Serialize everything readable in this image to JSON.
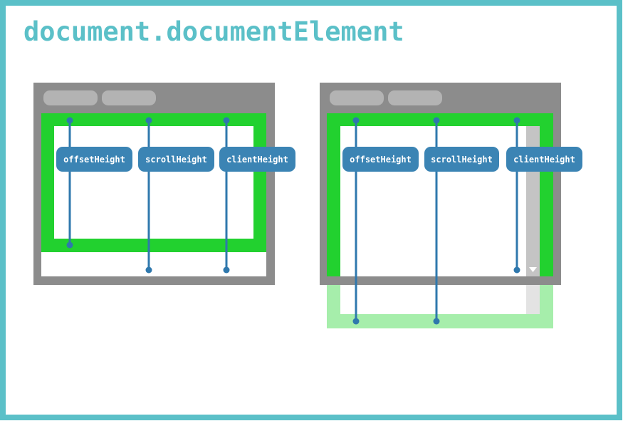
{
  "title": "document.documentElement",
  "colors": {
    "frame": "#5bc0c8",
    "title": "#5bc0c8",
    "window_chrome": "#8c8c8c",
    "tab": "#b3b3b3",
    "element_border": "#22d12f",
    "element_border_faded": "#a6eeab",
    "viewport": "#ffffff",
    "scrollbar_track": "#c4c4c4",
    "scrollbar_track_faded": "#e3e3e3",
    "measure_line": "#2f78ad",
    "label_bg": "#3b84b4",
    "label_text": "#ffffff"
  },
  "icons": {
    "scroll_arrow": "triangle-down-icon"
  },
  "diagrams": [
    {
      "name": "content-fits",
      "tabs": [
        "",
        ""
      ],
      "measures": [
        {
          "label": "offsetHeight"
        },
        {
          "label": "scrollHeight"
        },
        {
          "label": "clientHeight"
        }
      ]
    },
    {
      "name": "content-overflows",
      "tabs": [
        "",
        ""
      ],
      "measures": [
        {
          "label": "offsetHeight"
        },
        {
          "label": "scrollHeight"
        },
        {
          "label": "clientHeight"
        }
      ]
    }
  ]
}
